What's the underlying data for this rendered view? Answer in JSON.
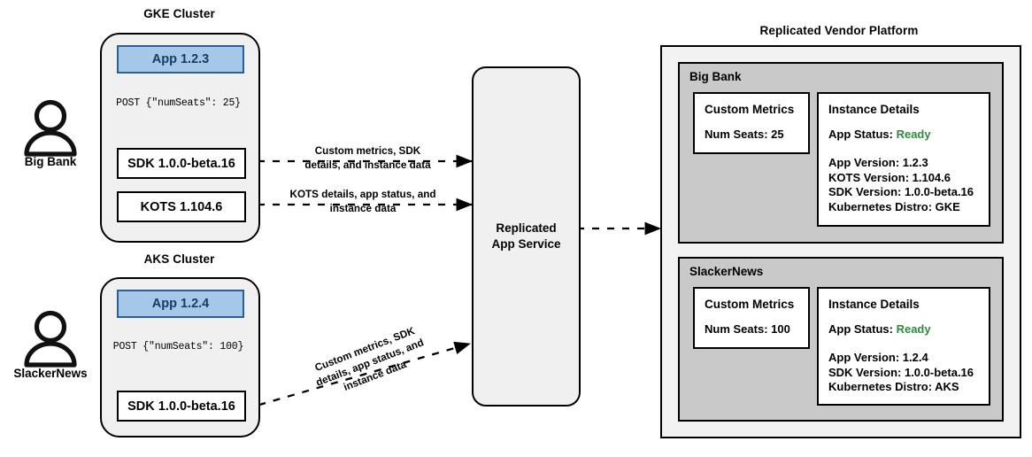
{
  "clusters": [
    {
      "title": "GKE Cluster",
      "persona": "Big Bank",
      "app_label": "App 1.2.3",
      "post_label": "POST {\"numSeats\": 25}",
      "components": [
        "SDK 1.0.0-beta.16",
        "KOTS 1.104.6"
      ]
    },
    {
      "title": "AKS Cluster",
      "persona": "SlackerNews",
      "app_label": "App 1.2.4",
      "post_label": "POST {\"numSeats\": 100}",
      "components": [
        "SDK 1.0.0-beta.16"
      ]
    }
  ],
  "edges": [
    {
      "line1": "Custom metrics, SDK",
      "line2": "details, and instance data"
    },
    {
      "line1": "KOTS details, app status, and",
      "line2": "instance data"
    },
    {
      "line1": "Custom metrics, SDK",
      "line2": "details, app status, and",
      "line3": "instance data"
    }
  ],
  "service": {
    "line1": "Replicated",
    "line2": "App Service"
  },
  "platform": {
    "title": "Replicated Vendor Platform",
    "tenants": [
      {
        "name": "Big Bank",
        "metrics": {
          "title": "Custom Metrics",
          "rows": [
            "Num Seats: 25"
          ]
        },
        "details": {
          "title": "Instance Details",
          "status_label": "App Status:",
          "status_value": "Ready",
          "rows": [
            "App Version: 1.2.3",
            "KOTS Version: 1.104.6",
            "SDK Version: 1.0.0-beta.16",
            "Kubernetes Distro: GKE"
          ]
        }
      },
      {
        "name": "SlackerNews",
        "metrics": {
          "title": "Custom Metrics",
          "rows": [
            "Num Seats: 100"
          ]
        },
        "details": {
          "title": "Instance Details",
          "status_label": "App Status:",
          "status_value": "Ready",
          "rows": [
            "App Version: 1.2.4",
            "SDK Version: 1.0.0-beta.16",
            "Kubernetes Distro: AKS"
          ]
        }
      }
    ]
  },
  "colors": {
    "app_fill": "#a5c8e8",
    "app_border": "#2a6099",
    "cluster_fill": "#f0f0f0",
    "tenant_fill": "#c9c9c9",
    "platform_fill": "#f2f2f2",
    "status_ready": "#2e8b3d"
  },
  "icons": {
    "persona": "person-icon"
  }
}
